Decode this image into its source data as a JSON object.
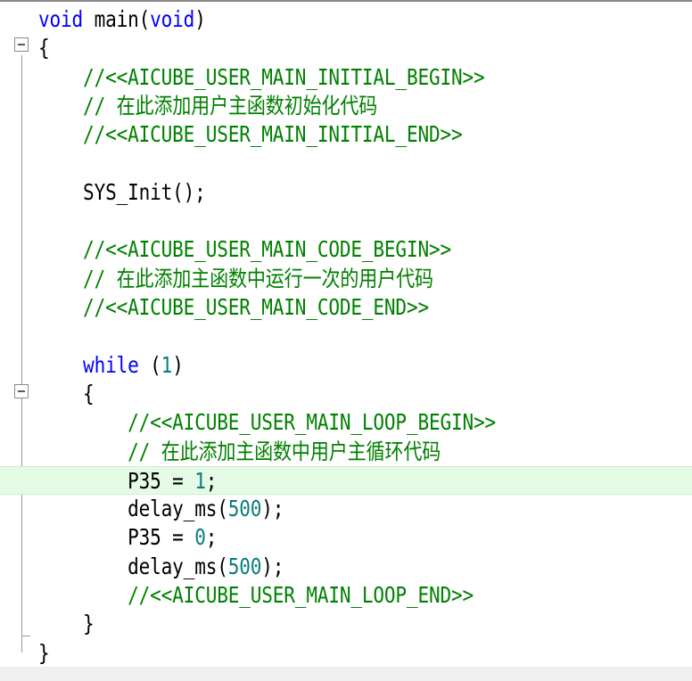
{
  "colors": {
    "keyword": "#0000ff",
    "number": "#0a7d7d",
    "comment": "#008000",
    "current_line": "#e6fbe6"
  },
  "lines": [
    {
      "indent": "",
      "parts": [
        {
          "t": "kw",
          "v": "void"
        },
        {
          "t": "plain",
          "v": " main("
        },
        {
          "t": "kw",
          "v": "void"
        },
        {
          "t": "plain",
          "v": ")"
        }
      ]
    },
    {
      "indent": "",
      "parts": [
        {
          "t": "plain",
          "v": "{"
        }
      ]
    },
    {
      "indent": "    ",
      "parts": [
        {
          "t": "cmt",
          "v": "//<<AICUBE_USER_MAIN_INITIAL_BEGIN>>"
        }
      ]
    },
    {
      "indent": "    ",
      "parts": [
        {
          "t": "cmt",
          "v": "// 在此添加用户主函数初始化代码"
        }
      ]
    },
    {
      "indent": "    ",
      "parts": [
        {
          "t": "cmt",
          "v": "//<<AICUBE_USER_MAIN_INITIAL_END>>"
        }
      ]
    },
    {
      "indent": "",
      "parts": []
    },
    {
      "indent": "    ",
      "parts": [
        {
          "t": "plain",
          "v": "SYS_Init();"
        }
      ]
    },
    {
      "indent": "",
      "parts": []
    },
    {
      "indent": "    ",
      "parts": [
        {
          "t": "cmt",
          "v": "//<<AICUBE_USER_MAIN_CODE_BEGIN>>"
        }
      ]
    },
    {
      "indent": "    ",
      "parts": [
        {
          "t": "cmt",
          "v": "// 在此添加主函数中运行一次的用户代码"
        }
      ]
    },
    {
      "indent": "    ",
      "parts": [
        {
          "t": "cmt",
          "v": "//<<AICUBE_USER_MAIN_CODE_END>>"
        }
      ]
    },
    {
      "indent": "",
      "parts": []
    },
    {
      "indent": "    ",
      "parts": [
        {
          "t": "kw",
          "v": "while"
        },
        {
          "t": "plain",
          "v": " ("
        },
        {
          "t": "num",
          "v": "1"
        },
        {
          "t": "plain",
          "v": ")"
        }
      ]
    },
    {
      "indent": "    ",
      "parts": [
        {
          "t": "plain",
          "v": "{"
        }
      ]
    },
    {
      "indent": "        ",
      "parts": [
        {
          "t": "cmt",
          "v": "//<<AICUBE_USER_MAIN_LOOP_BEGIN>>"
        }
      ]
    },
    {
      "indent": "        ",
      "parts": [
        {
          "t": "cmt",
          "v": "// 在此添加主函数中用户主循环代码"
        }
      ]
    },
    {
      "indent": "        ",
      "current": true,
      "parts": [
        {
          "t": "plain",
          "v": "P35 = "
        },
        {
          "t": "num",
          "v": "1"
        },
        {
          "t": "plain",
          "v": ";"
        }
      ]
    },
    {
      "indent": "        ",
      "parts": [
        {
          "t": "plain",
          "v": "delay_ms("
        },
        {
          "t": "num",
          "v": "500"
        },
        {
          "t": "plain",
          "v": ");"
        }
      ]
    },
    {
      "indent": "        ",
      "parts": [
        {
          "t": "plain",
          "v": "P35 = "
        },
        {
          "t": "num",
          "v": "0"
        },
        {
          "t": "plain",
          "v": ";"
        }
      ]
    },
    {
      "indent": "        ",
      "parts": [
        {
          "t": "plain",
          "v": "delay_ms("
        },
        {
          "t": "num",
          "v": "500"
        },
        {
          "t": "plain",
          "v": ");"
        }
      ]
    },
    {
      "indent": "        ",
      "parts": [
        {
          "t": "cmt",
          "v": "//<<AICUBE_USER_MAIN_LOOP_END>>"
        }
      ]
    },
    {
      "indent": "    ",
      "parts": [
        {
          "t": "plain",
          "v": "}"
        }
      ]
    },
    {
      "indent": "",
      "parts": [
        {
          "t": "plain",
          "v": "}"
        }
      ]
    }
  ]
}
